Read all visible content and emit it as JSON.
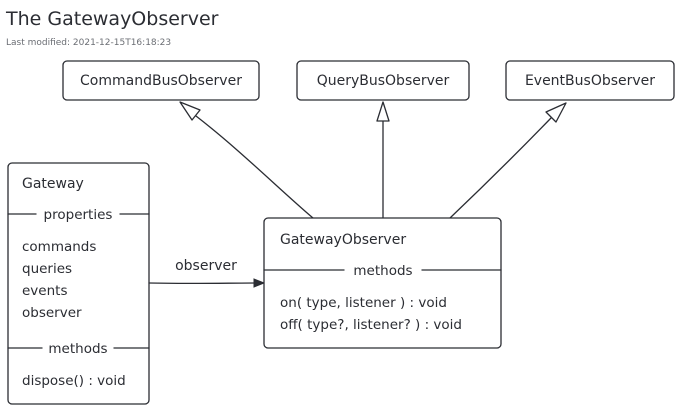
{
  "diagram": {
    "title": "The GatewayObserver",
    "subtitle": "Last modified: 2021-12-15T16:18:23",
    "interfaces": [
      {
        "name": "CommandBusObserver"
      },
      {
        "name": "QueryBusObserver"
      },
      {
        "name": "EventBusObserver"
      }
    ],
    "gateway": {
      "name": "Gateway",
      "properties_label": "properties",
      "properties": [
        "commands",
        "queries",
        "events",
        "observer"
      ],
      "methods_label": "methods",
      "methods": [
        "dispose() : void"
      ]
    },
    "gateway_observer": {
      "name": "GatewayObserver",
      "methods_label": "methods",
      "methods": [
        "on( type, listener ) : void",
        "off( type?, listener? ) : void"
      ]
    },
    "association_label": "observer"
  }
}
